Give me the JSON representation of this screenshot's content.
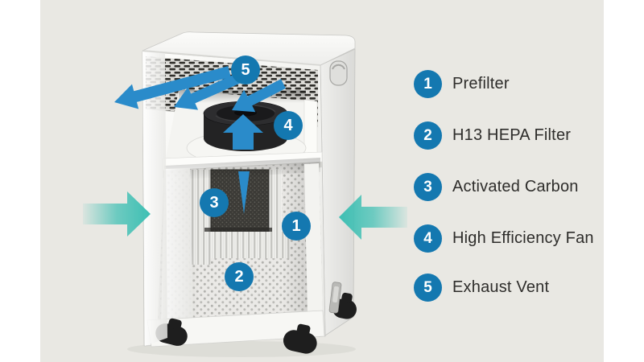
{
  "colors": {
    "badge_blue": "#1478b0",
    "arrow_blue": "#2a8bca",
    "arrow_teal": "#3dbfb3",
    "panel_gray": "#e9e8e3",
    "label_text": "#2e2d2b"
  },
  "legend": {
    "items": [
      {
        "number": "1",
        "label": "Prefilter"
      },
      {
        "number": "2",
        "label": "H13 HEPA Filter"
      },
      {
        "number": "3",
        "label": "Activated Carbon"
      },
      {
        "number": "4",
        "label": "High Efficiency Fan"
      },
      {
        "number": "5",
        "label": "Exhaust Vent"
      }
    ]
  },
  "device": {
    "badges": [
      {
        "number": "1"
      },
      {
        "number": "2"
      },
      {
        "number": "3"
      },
      {
        "number": "4"
      },
      {
        "number": "5"
      }
    ]
  }
}
